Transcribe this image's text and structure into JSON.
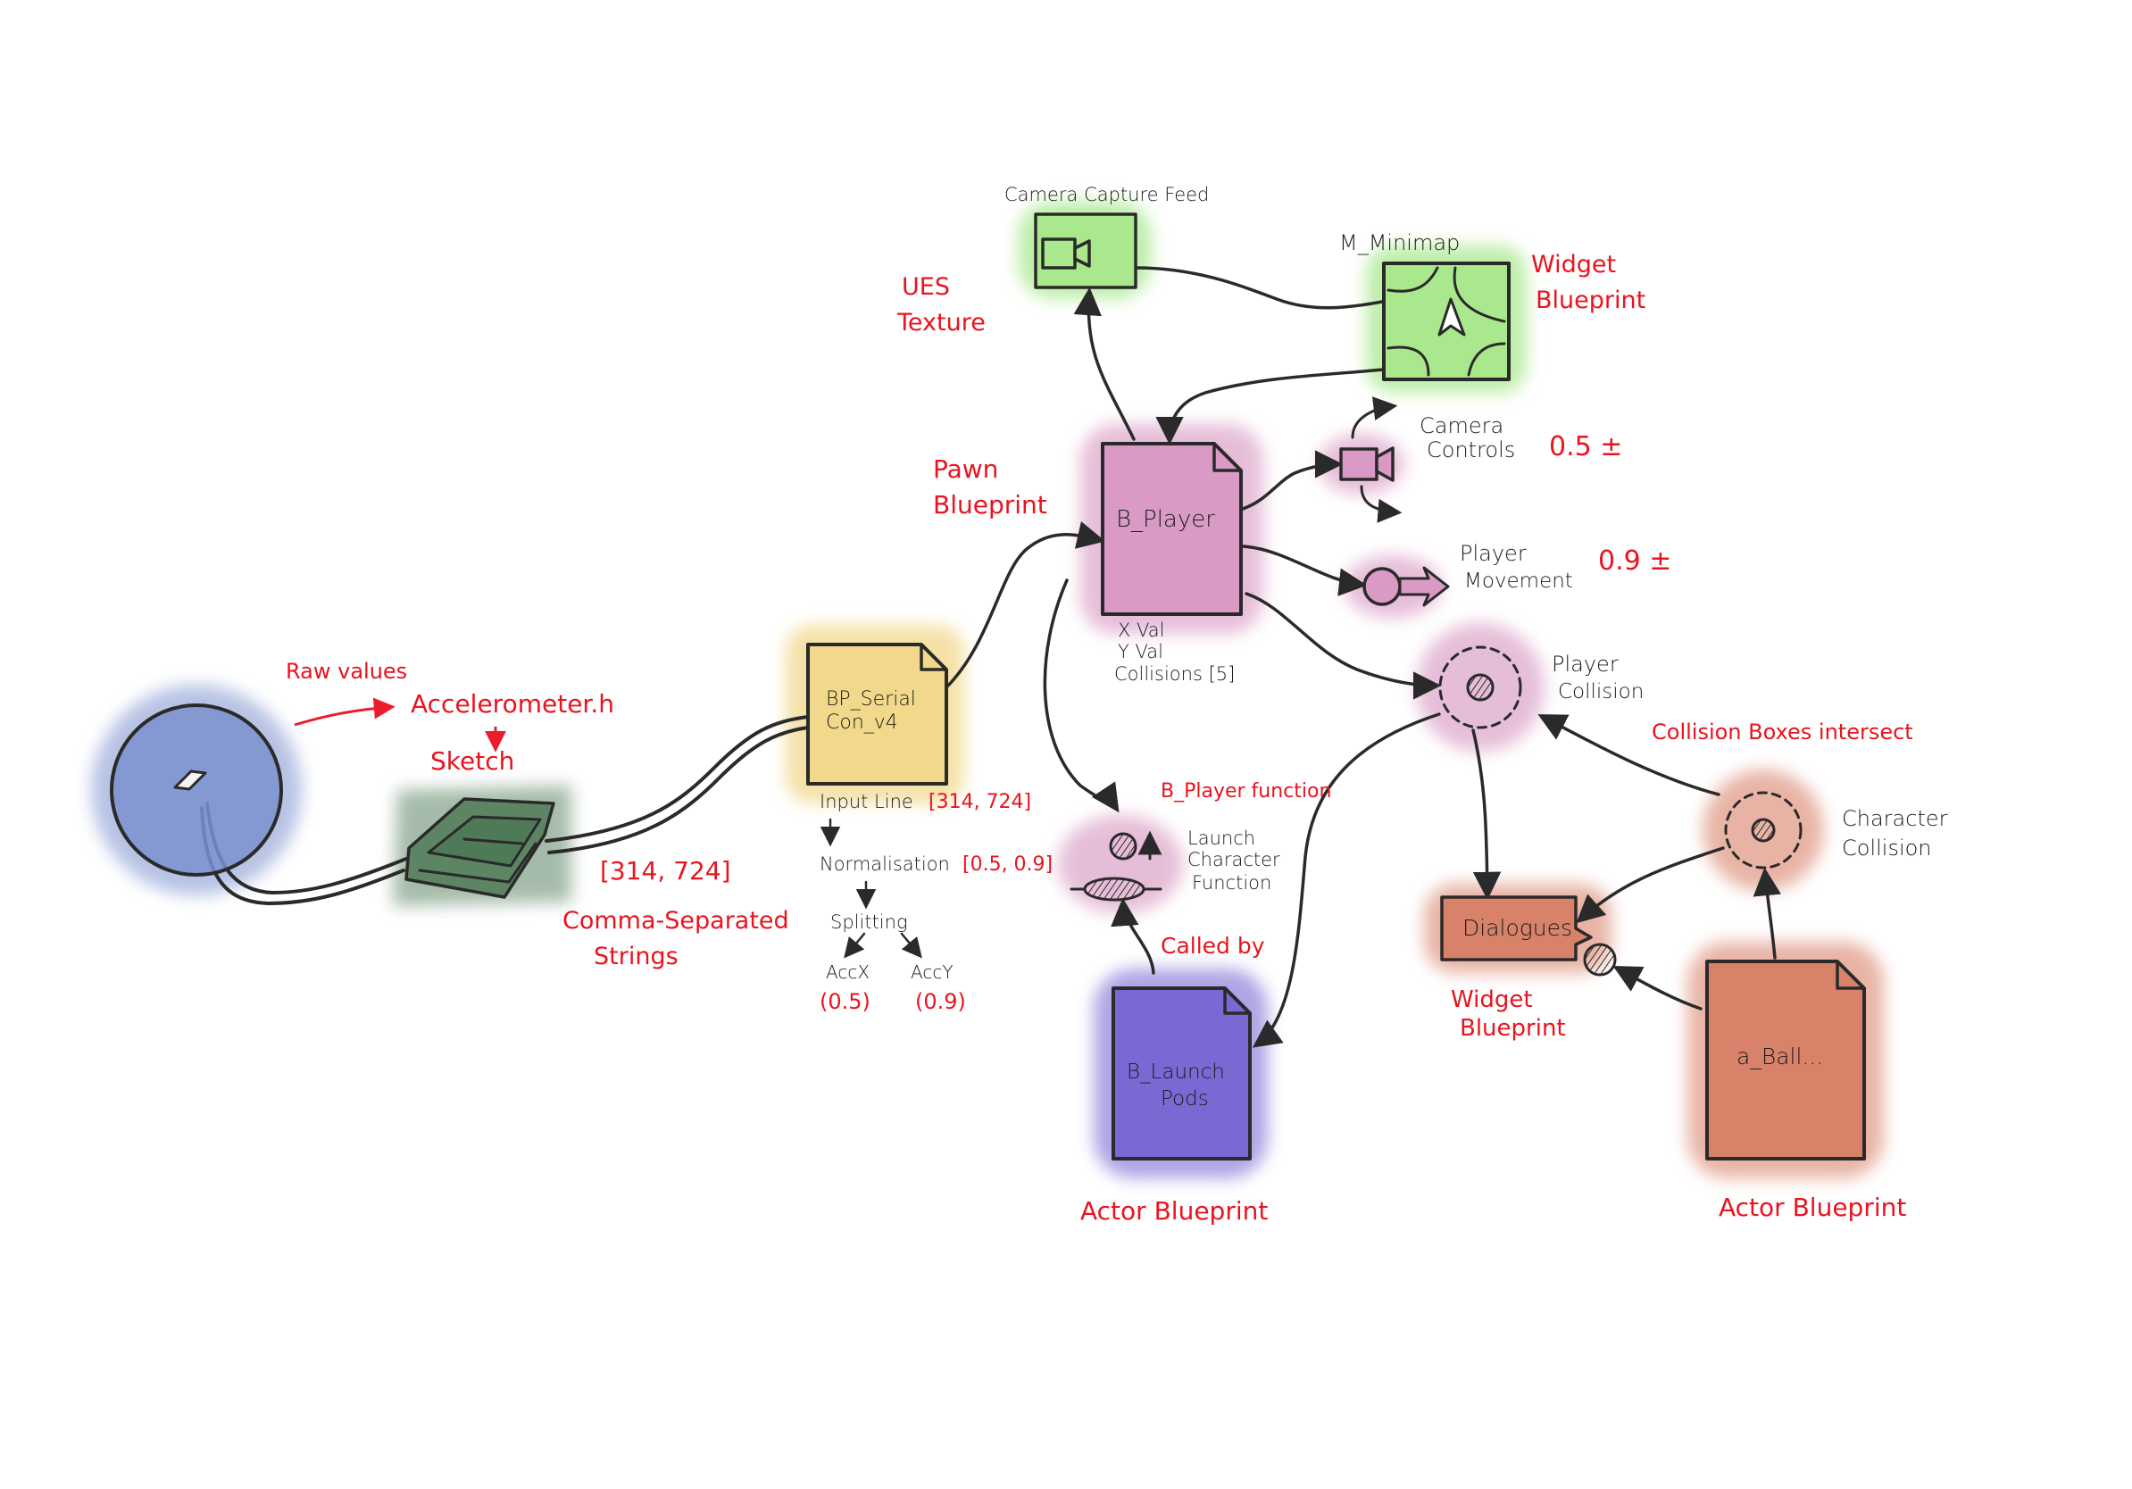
{
  "labels": {
    "raw_values": "Raw values",
    "accelerometer": "Accelerometer.h",
    "sketch": "Sketch",
    "coords_left": "[314, 724]",
    "comma1": "Comma-Separated",
    "comma2": "Strings",
    "bp_serial_1": "BP_Serial",
    "bp_serial_2": "Con_v4",
    "input_line": "Input Line",
    "input_line_val": "[314, 724]",
    "normalisation": "Normalisation",
    "normalisation_val": "[0.5, 0.9]",
    "splitting": "Splitting",
    "accx": "AccX",
    "accy": "AccY",
    "accx_val": "(0.5)",
    "accy_val": "(0.9)",
    "camera_capture_feed": "Camera Capture Feed",
    "ues1": "UES",
    "ues2": "Texture",
    "m_minimap": "M_Minimap",
    "widget_bp_top_1": "Widget",
    "widget_bp_top_2": "Blueprint",
    "pawn1": "Pawn",
    "pawn2": "Blueprint",
    "b_player": "B_Player",
    "xval": "X Val",
    "yval": "Y Val",
    "collisions": "Collisions [5]",
    "camera_controls_1": "Camera",
    "camera_controls_2": "Controls",
    "camera_controls_val": "0.5 ±",
    "player_movement_1": "Player",
    "player_movement_2": "Movement",
    "player_movement_val": "0.9 ±",
    "player_collision_1": "Player",
    "player_collision_2": "Collision",
    "collision_boxes": "Collision Boxes intersect",
    "character_collision_1": "Character",
    "character_collision_2": "Collision",
    "dialogues": "Dialogues",
    "widget_bp_bottom_1": "Widget",
    "widget_bp_bottom_2": "Blueprint",
    "a_ball": "a_Ball...",
    "actor_bp_right": "Actor Blueprint",
    "b_player_function": "B_Player function",
    "launch1": "Launch",
    "launch2": "Character",
    "launch3": "Function",
    "called_by": "Called by",
    "b_launch_1": "B_Launch",
    "b_launch_2": "Pods",
    "actor_bp_bottom": "Actor Blueprint"
  },
  "colors": {
    "blue": "#7b92cf",
    "green_board": "#5d8564",
    "yellow": "#f2d88a",
    "pink": "#d99bc5",
    "green_node": "#a9e88d",
    "orange": "#d9826a",
    "purple": "#7a68d3",
    "red_text": "#e8141f",
    "ink": "#2a2a2a"
  }
}
